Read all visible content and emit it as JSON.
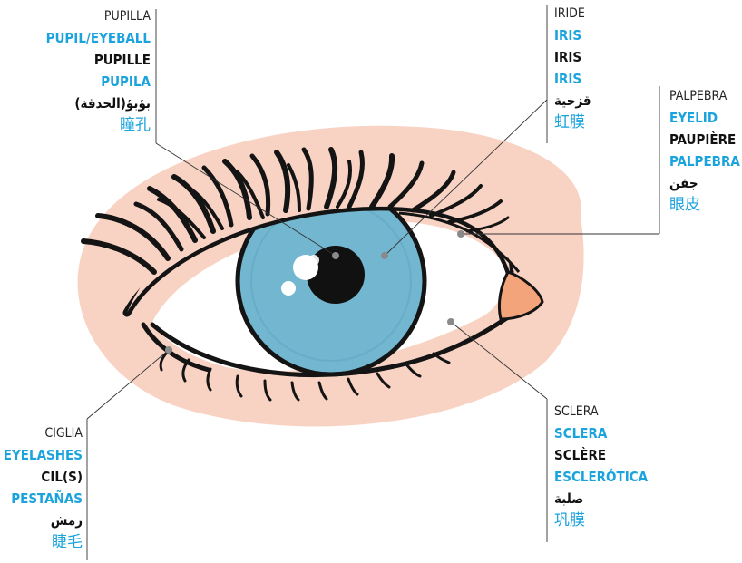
{
  "labels": {
    "pupil": {
      "it": "PUPILLA",
      "en": "PUPIL/EYEBALL",
      "fr": "PUPILLE",
      "es": "PUPILA",
      "ar": "بؤبؤ(الحدقة)",
      "zh": "瞳孔"
    },
    "iris": {
      "it": "IRIDE",
      "en": "IRIS",
      "fr": "IRIS",
      "es": "IRIS",
      "ar": "قزحية",
      "zh": "虹膜"
    },
    "eyelid": {
      "it": "PALPEBRA",
      "en": "EYELID",
      "fr": "PAUPIÈRE",
      "es": "PALPEBRA",
      "ar": "جفن",
      "zh": "眼皮"
    },
    "eyelashes": {
      "it": "CIGLIA",
      "en": "EYELASHES",
      "fr": "CIL(S)",
      "es": "PESTAÑAS",
      "ar": "رمش",
      "zh": "睫毛"
    },
    "sclera": {
      "it": "SCLERA",
      "en": "SCLERA",
      "fr": "SCLÈRE",
      "es": "ESCLERÓTICA",
      "ar": "صلبة",
      "zh": "巩膜"
    }
  },
  "colors": {
    "skin": "#f8d3c4",
    "iris": "#73b6cf",
    "iris_dark": "#4f95b3",
    "pupil": "#111111",
    "outline": "#141414",
    "caruncle": "#f4a47b",
    "text_blue": "#1aa3dc"
  }
}
